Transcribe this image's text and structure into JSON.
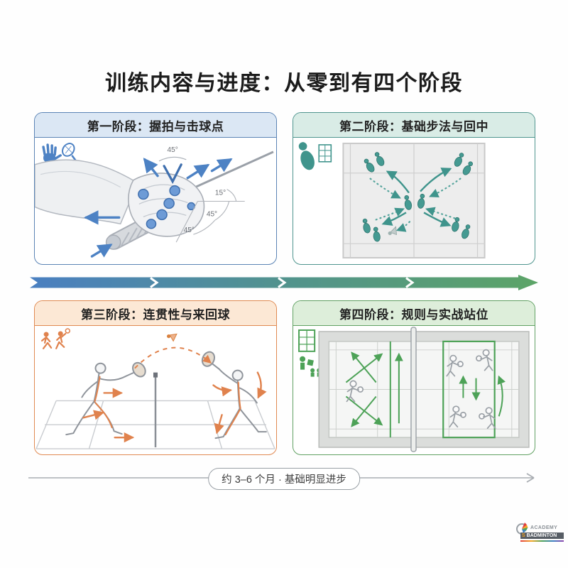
{
  "title": "训练内容与进度：从零到有四个阶段",
  "panels": [
    {
      "label": "第一阶段：握拍与击球点",
      "accent": "#5b84b5",
      "header_bg": "#dbe7f4",
      "icons": [
        "hand-icon",
        "racket-icon"
      ],
      "angles": [
        "45°",
        "15°",
        "45°",
        "45°"
      ]
    },
    {
      "label": "第二阶段：基础步法与回中",
      "accent": "#4f958e",
      "header_bg": "#d9ece6",
      "icons": [
        "footwork-icon",
        "court-grid-icon"
      ]
    },
    {
      "label": "第三阶段：连贯性与来回球",
      "accent": "#e08a52",
      "header_bg": "#fce8d5",
      "icons": [
        "rally-players-icon"
      ]
    },
    {
      "label": "第四阶段：规则与实战站位",
      "accent": "#61a163",
      "header_bg": "#ddeeda",
      "icons": [
        "court-icon",
        "coach-team-icon"
      ]
    }
  ],
  "flow_arrow": {
    "gradient_from": "#4a7fc1",
    "gradient_mid": "#52938d",
    "gradient_to": "#5ca467",
    "segments": 4
  },
  "timeline": {
    "label": "约 3–6 个月 · 基础明显进步",
    "line_color": "#a9adb2"
  },
  "logo": {
    "line1": "ACADEMY",
    "prefix": "S",
    "line2": "BADMINTON"
  }
}
